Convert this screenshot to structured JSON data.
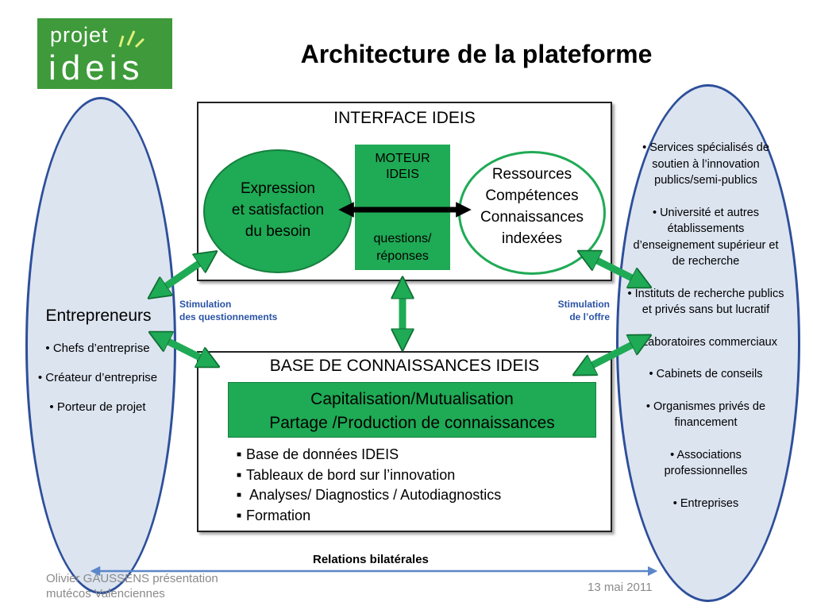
{
  "logo": {
    "line1": "projet",
    "line2": "ideis"
  },
  "title": "Architecture de la plateforme",
  "left_group": {
    "title": "Entrepreneurs",
    "items": [
      "• Chefs d’entreprise",
      "• Créateur d’entreprise",
      "• Porteur de projet"
    ]
  },
  "interface": {
    "title": "INTERFACE IDEIS",
    "expression": [
      "Expression",
      "et satisfaction",
      "du besoin"
    ],
    "moteur": {
      "line1": "MOTEUR",
      "line2": "IDEIS",
      "line3": "questions/",
      "line4": "réponses"
    },
    "ressources": [
      "Ressources",
      "Compétences",
      "Connaissances",
      "indexées"
    ]
  },
  "stimulation_left": {
    "line1": "Stimulation",
    "line2": "des questionnements"
  },
  "stimulation_right": {
    "line1": "Stimulation",
    "line2": "de l’offre"
  },
  "base": {
    "title": "BASE DE CONNAISSANCES IDEIS",
    "capital": [
      "Capitalisation/Mutualisation",
      "Partage /Production de connaissances"
    ],
    "items": [
      "Base de données IDEIS",
      "Tableaux de bord sur l’innovation",
      " Analyses/ Diagnostics / Autodiagnostics",
      "Formation"
    ],
    "bullet": "■"
  },
  "right_group": {
    "items": [
      "• Services spécialisés de soutien à l’innovation publics/semi-publics",
      "• Université et autres établissements d’enseignement supérieur et de recherche",
      "• Instituts de recherche publics et privés sans but lucratif",
      "• Laboratoires commerciaux",
      "• Cabinets de conseils",
      "• Organismes privés de financement",
      "• Associations professionnelles",
      "• Entreprises"
    ]
  },
  "relations": "Relations bilatérales",
  "footer": {
    "author_line1": "Olivier GAUSSENS présentation",
    "author_line2": "mutécos Valenciennes",
    "date": "13 mai 2011"
  },
  "colors": {
    "green": "#1faa55",
    "blue_border": "#2d4f9a",
    "ellipse_fill": "#dce4f0",
    "stim_blue": "#2a53a5"
  }
}
